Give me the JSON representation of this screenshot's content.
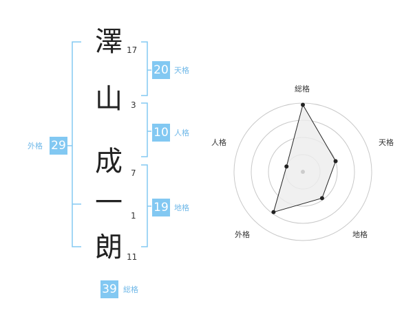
{
  "name": {
    "chars": [
      "澤",
      "山",
      "成",
      "一",
      "朗"
    ],
    "strokes": [
      "17",
      "3",
      "7",
      "1",
      "11"
    ]
  },
  "fortunes": {
    "tenkaku": {
      "value": "20",
      "label": "天格"
    },
    "jinkaku": {
      "value": "10",
      "label": "人格"
    },
    "chikaku": {
      "value": "19",
      "label": "地格"
    },
    "gaikaku": {
      "value": "29",
      "label": "外格"
    },
    "soukaku": {
      "value": "39",
      "label": "総格"
    }
  },
  "chart_data": {
    "type": "radar",
    "axes": [
      "総格",
      "天格",
      "地格",
      "外格",
      "人格"
    ],
    "values": [
      39,
      20,
      19,
      29,
      10
    ],
    "rmax": 40,
    "rings": [
      10,
      20,
      30,
      40
    ],
    "colors": {
      "accent": "#82c8f2",
      "fill": "#ececec",
      "line": "#222222",
      "ring": "#c8c8c8"
    }
  }
}
